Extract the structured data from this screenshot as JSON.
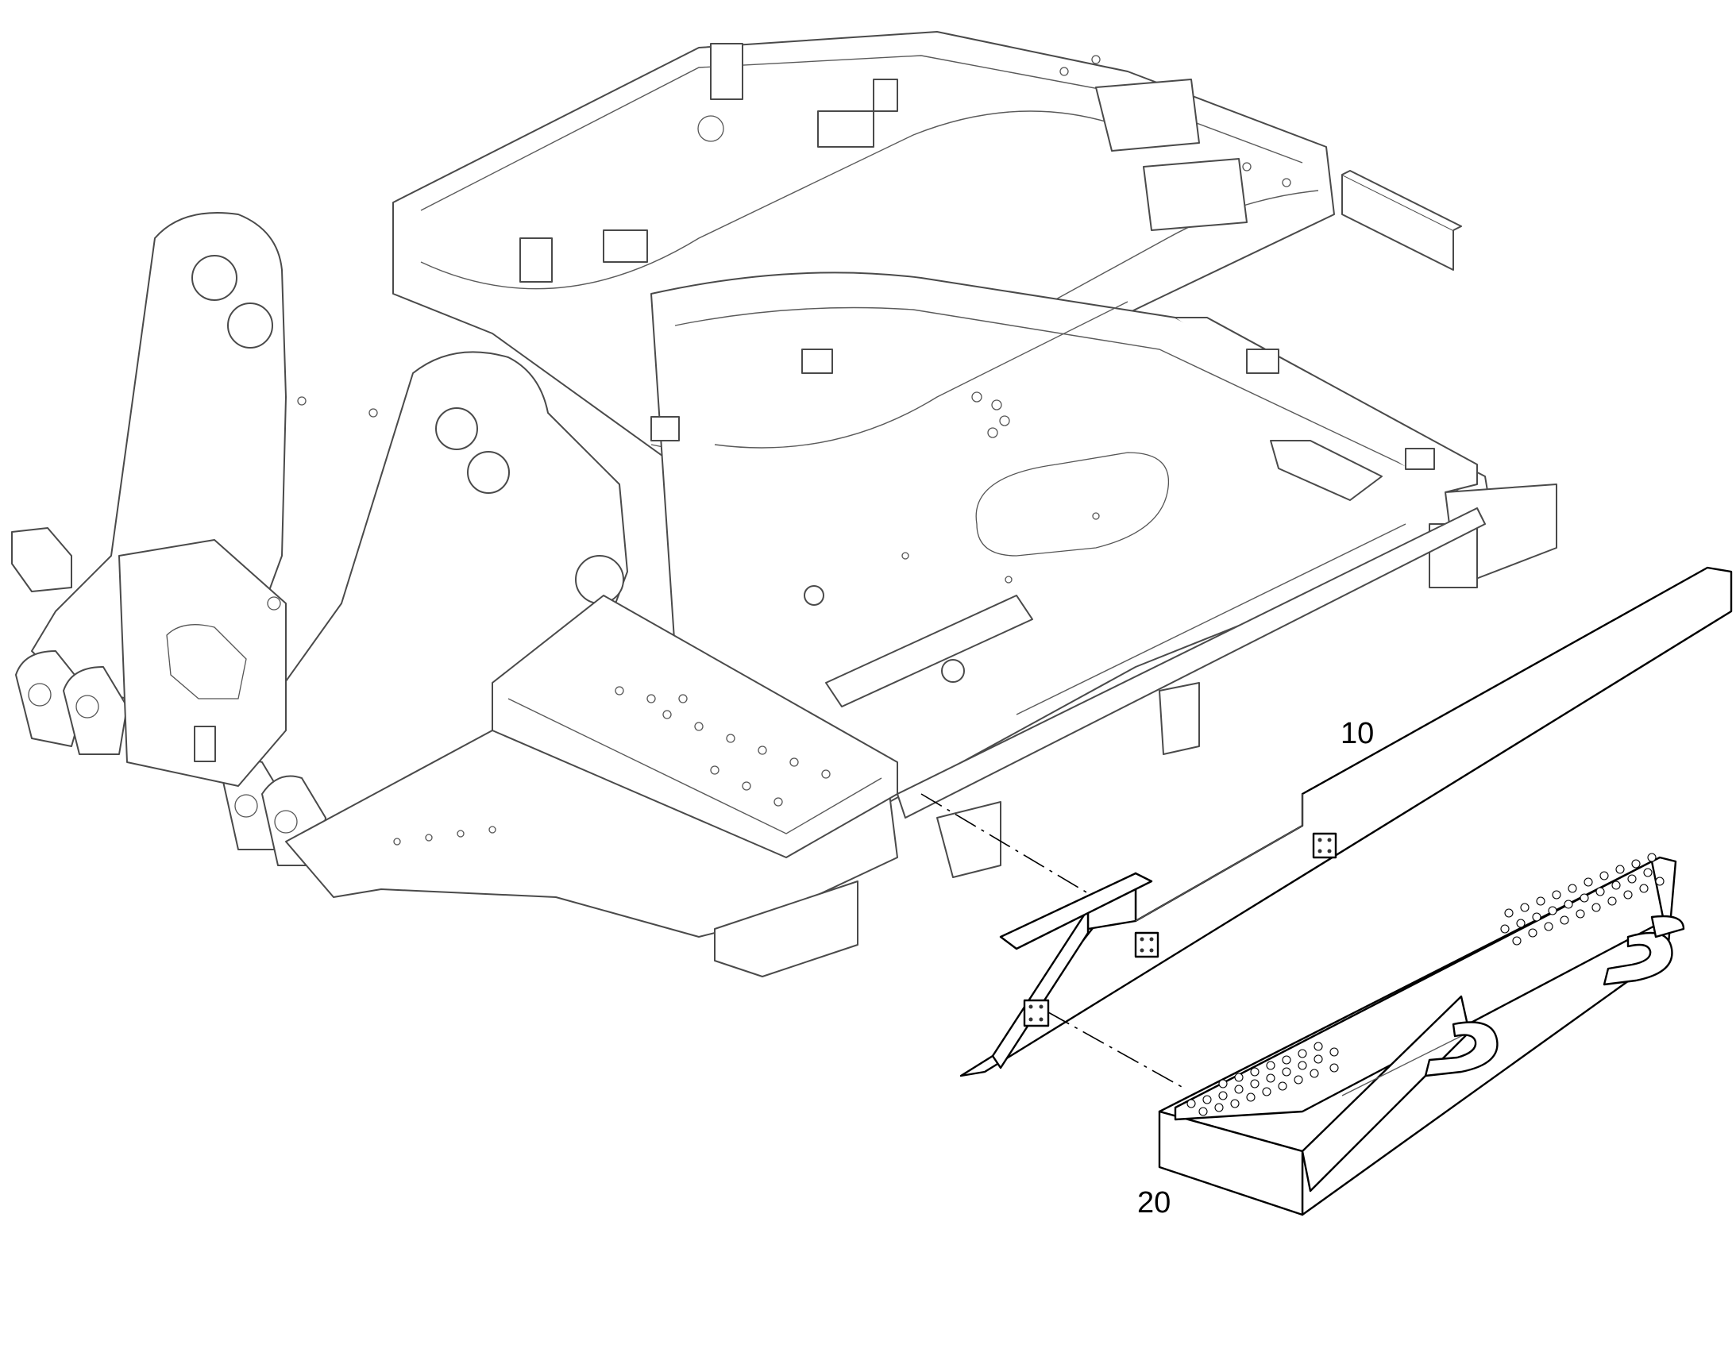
{
  "diagram": {
    "callouts": [
      {
        "id": "10",
        "label": "10"
      },
      {
        "id": "20",
        "label": "20"
      }
    ],
    "line_color": "#000000",
    "background": "#ffffff"
  }
}
